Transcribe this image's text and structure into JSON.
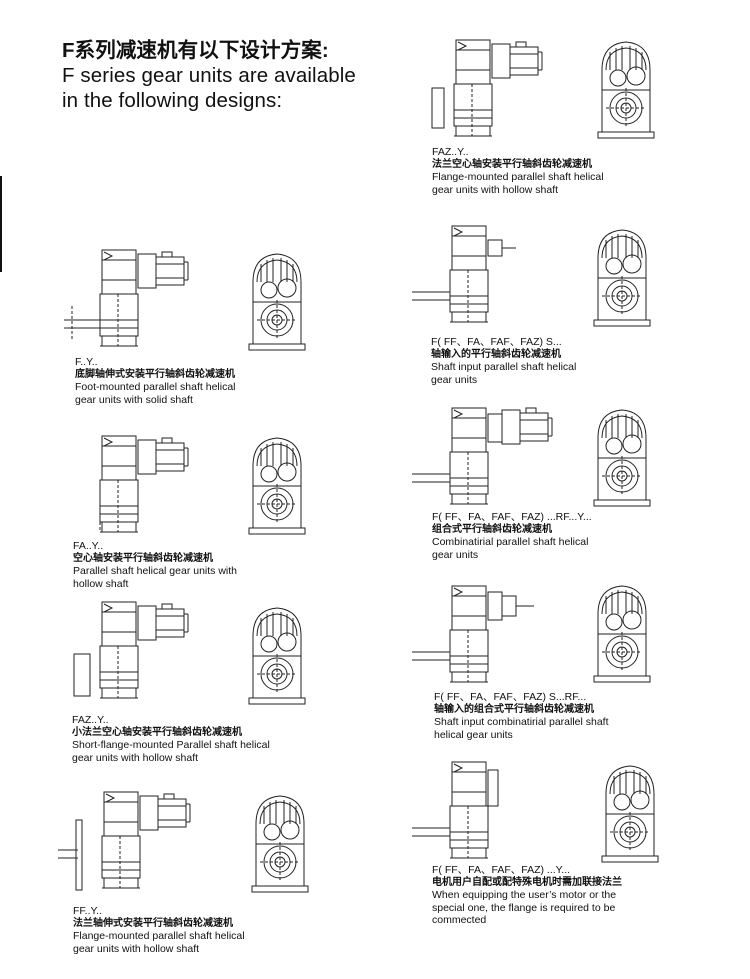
{
  "heading": {
    "zh": "F系列减速机有以下设计方案:",
    "en_line1": "F series gear units are available",
    "en_line2": "in the following designs:"
  },
  "designs": [
    {
      "code": "F..Y..",
      "zh": "底脚轴伸式安装平行轴斜齿轮减速机",
      "en1": "Foot-mounted parallel shaft helical",
      "en2": "gear units with solid shaft"
    },
    {
      "code": "FA..Y..",
      "zh": "空心轴安装平行轴斜齿轮减速机",
      "en1": "Parallel shaft helical gear units with",
      "en2": "hollow shaft"
    },
    {
      "code": "FAZ..Y..",
      "zh": "小法兰空心轴安装平行轴斜齿轮减速机",
      "en1": "Short-flange-mounted Parallel shaft helical",
      "en2": "gear units with hollow shaft"
    },
    {
      "code": "FF..Y..",
      "zh": "法兰轴伸式安装平行轴斜齿轮减速机",
      "en1": "Flange-mounted parallel shaft helical",
      "en2": "gear units with hollow shaft"
    },
    {
      "code": "FAZ..Y..",
      "zh": "法兰空心轴安装平行轴斜齿轮减速机",
      "en1": "Flange-mounted parallel shaft helical",
      "en2": "gear units with hollow shaft"
    },
    {
      "code": "F( FF、FA、FAF、FAZ) S...",
      "zh": "轴输入的平行轴斜齿轮减速机",
      "en1": "Shaft input  parallel shaft helical",
      "en2": "gear units"
    },
    {
      "code": "F( FF、FA、FAF、FAZ) ...RF...Y...",
      "zh": "组合式平行轴斜齿轮减速机",
      "en1": "Combinatirial  parallel shaft helical",
      "en2": "gear units"
    },
    {
      "code": "F( FF、FA、FAF、FAZ) S...RF...",
      "zh": "轴输入的组合式平行轴斜齿轮减速机",
      "en1": "Shaft input combinatirial  parallel shaft",
      "en2": "helical gear units"
    },
    {
      "code": "F( FF、FA、FAF、FAZ) ...Y...",
      "zh": "电机用户自配或配特殊电机时需加联接法兰",
      "en1": "When equipping the user’s motor or the",
      "en2": "special one, the flange is required to be",
      "en3": "commected"
    }
  ]
}
